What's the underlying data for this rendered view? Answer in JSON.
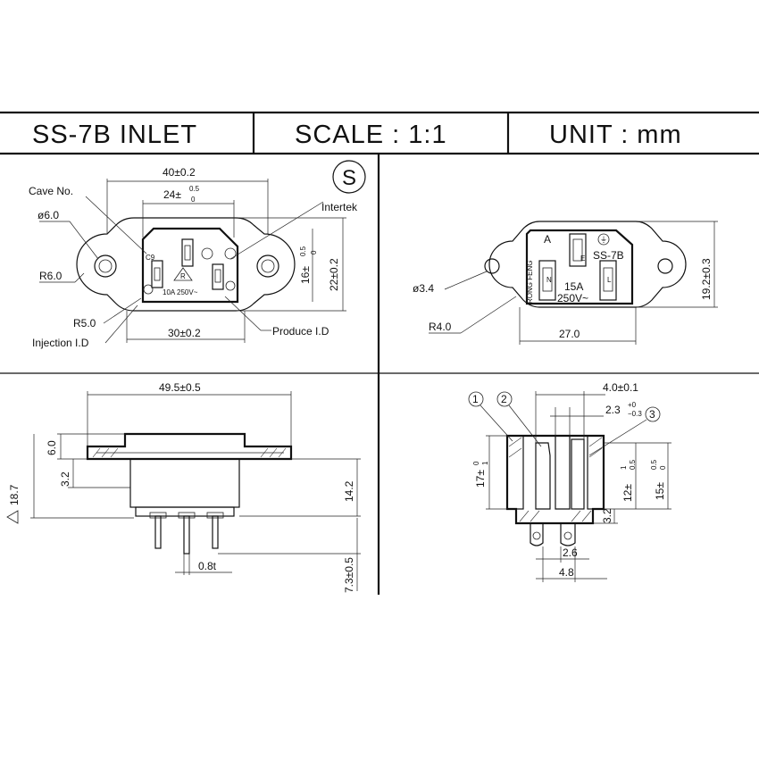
{
  "header": {
    "title": "SS-7B  INLET",
    "scale": "SCALE  :  1:1",
    "unit": "UNIT  :  mm"
  },
  "front_view": {
    "overall_width": "40±0.2",
    "cavity_width": "24±",
    "cavity_width_tol_top": "0.5",
    "cavity_width_tol_bot": "0",
    "cave_no": "Cave No.",
    "hole_dia": "ø6.0",
    "radius": "R6.0",
    "corner_radius": "R5.0",
    "injection_id": "Injection I.D",
    "base_width": "30±0.2",
    "produce_id": "Produce I.D",
    "cert": "Intertek",
    "cert_symbol": "S",
    "inner_height": "16±",
    "inner_height_tol_top": "0.5",
    "inner_height_tol_bot": "0",
    "outer_height": "22±0.2",
    "mark_c9": "C9",
    "rating": "10A 250V~",
    "mark_r": "R"
  },
  "rear_view": {
    "hole_dia": "ø3.4",
    "radius": "R4.0",
    "width": "27.0",
    "height": "19.2±0.3",
    "brand": "RONG FENG",
    "model": "SS-7B",
    "rating_a": "15A",
    "rating_v": "250V~",
    "mark_a": "A",
    "mark_n": "N",
    "mark_e": "E",
    "mark_l": "L",
    "mark_gnd": "⏚"
  },
  "side_view": {
    "width": "49.5±0.5",
    "flange": "6.0",
    "step": "3.2",
    "total": "18.7",
    "body": "14.2",
    "pin_thickness": "0.8t",
    "pin_length": "7.3±0.5"
  },
  "section_view": {
    "callout_1": "1",
    "callout_2": "2",
    "callout_3": "3",
    "top_dim": "4.0±0.1",
    "slot_dim": "2.3",
    "slot_tol_top": "+0",
    "slot_tol_bot": "−0.3",
    "height_left": "17±",
    "height_left_tol_top": "0",
    "height_left_tol_bot": "1",
    "height_mid": "12±",
    "height_mid_tol_top": "1",
    "height_mid_tol_bot": "0.5",
    "height_right": "15±",
    "height_right_tol_top": "0.5",
    "height_right_tol_bot": "0",
    "base_step": "3.2",
    "pin_gap": "2.6",
    "pin_pitch": "4.8"
  }
}
